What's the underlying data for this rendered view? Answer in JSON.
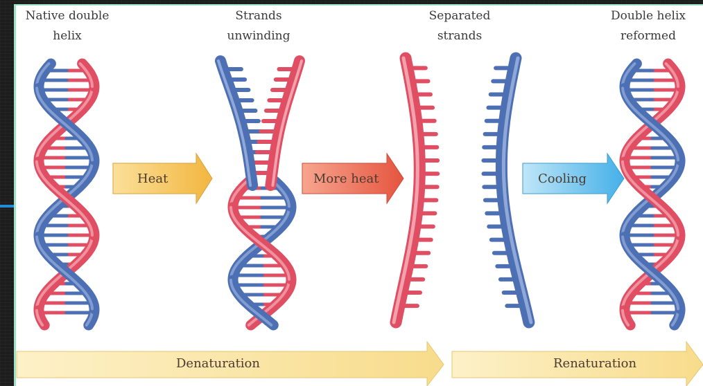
{
  "labels": {
    "native": [
      "Native double",
      "helix"
    ],
    "unwinding": [
      "Strands",
      "unwinding"
    ],
    "separated": [
      "Separated",
      "strands"
    ],
    "reformed": [
      "Double helix",
      "reformed"
    ]
  },
  "arrows": {
    "heat": "Heat",
    "more_heat": "More heat",
    "cooling": "Cooling"
  },
  "process": {
    "denaturation": "Denaturation",
    "renaturation": "Renaturation"
  },
  "colors": {
    "red_strand": "#e04e63",
    "red_strand_light": "#f2a2ad",
    "blue_strand": "#4d6fb3",
    "blue_strand_light": "#8fa8d8",
    "heat_arrow": "#f7c45a",
    "more_heat_arrow": "#ee6e5e",
    "cooling_arrow": "#6fc3ee",
    "process_bar": "#fae6a4"
  }
}
